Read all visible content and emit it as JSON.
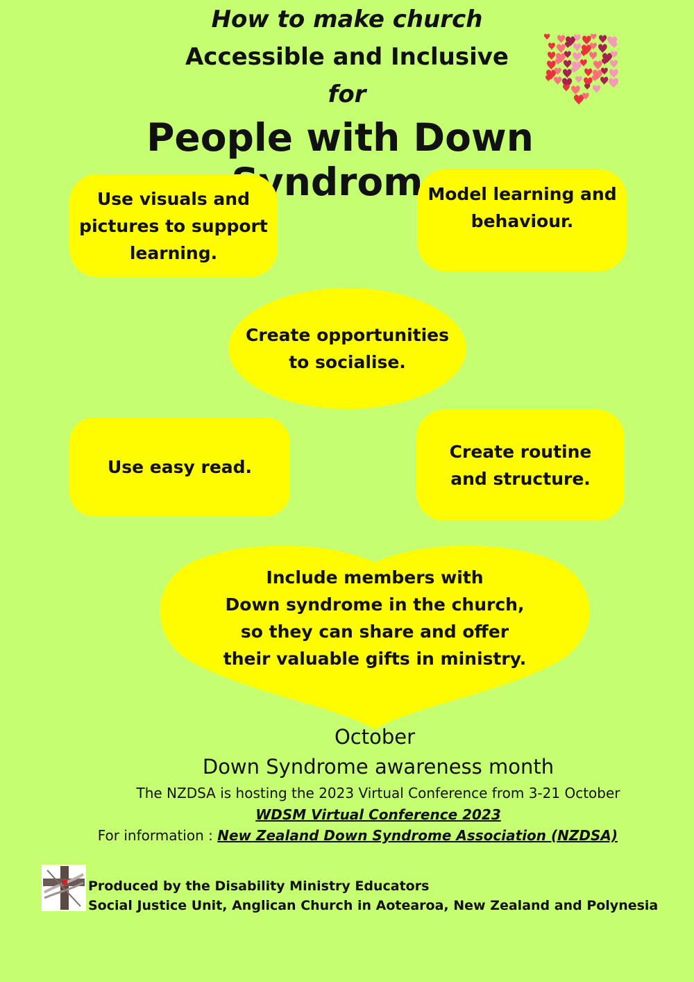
{
  "header": {
    "line1": "How to make church",
    "line2": "Accessible and Inclusive",
    "line3": "for",
    "title": "People with Down Syndrome"
  },
  "tips": {
    "visuals": "Use visuals and\npictures to support\nlearning.",
    "model": "Model learning and\nbehaviour.",
    "socialise": "Create opportunities\nto socialise.",
    "easy_read": "Use easy read.",
    "routine": "Create routine\nand structure.",
    "include": "Include members with\nDown syndrome in the church,\nso they can share and offer\ntheir valuable gifts in ministry."
  },
  "footer": {
    "october": "October",
    "awareness": "Down Syndrome awareness month",
    "conference": "The NZDSA is hosting the 2023 Virtual Conference from 3-21 October",
    "wdsm_link": "WDSM Virtual Conference 2023",
    "info_label": "For information : ",
    "nzdsa_link": "New Zealand Down Syndrome Association (NZDSA)",
    "produced_by": "Produced by the Disability Ministry Educators",
    "unit": "Social Justice Unit, Anglican Church in Aotearoa, New Zealand and Polynesia"
  },
  "colors": {
    "background": "#c6fe72",
    "box": "#fffb00",
    "heart_reds": [
      "#e8323c",
      "#f49ab6",
      "#a3244a",
      "#ff6f7c"
    ]
  },
  "icons": {
    "decoration": "hearts-cluster-icon",
    "logo": "anglican-cross-logo-icon"
  }
}
